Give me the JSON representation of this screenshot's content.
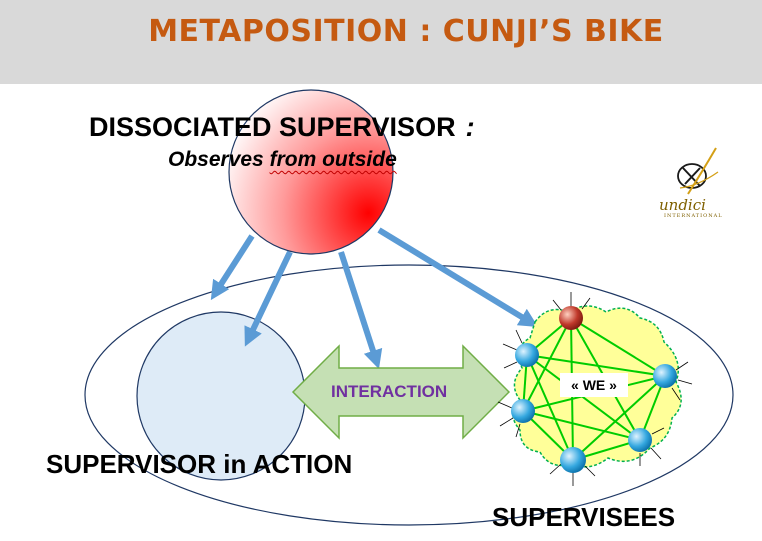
{
  "header": {
    "title": "METAPOSITION : CUNJI’S BIKE"
  },
  "supervisor": {
    "title": "DISSOCIATED SUPERVISOR",
    "colon": ":",
    "subtitle_start": "Observes ",
    "subtitle_underlined": "from outside"
  },
  "labels": {
    "supervisor_in_action": "SUPERVISOR in ACTION",
    "supervisees": "SUPERVISEES",
    "interaction": "INTERACTION",
    "we": "« WE »"
  },
  "logo": {
    "name": "undici",
    "subtitle": "INTERNATIONAL",
    "icon": "undici-logo-icon"
  },
  "colors": {
    "title": "#c55a11",
    "arrow": "#5b9bd5",
    "interaction_text": "#7030a0",
    "interaction_fill": "#c5e0b4",
    "network_fill": "#ffff99",
    "network_lines": "#00cc00",
    "action_circle": "#deebf7"
  }
}
